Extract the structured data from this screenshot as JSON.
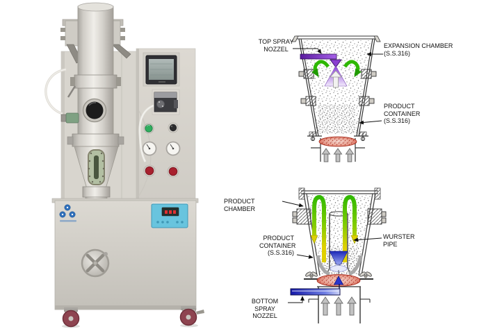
{
  "image": {
    "alt": "Fluid bed dryer granulator machine with top spray and bottom spray (Wurster) process diagrams"
  },
  "colors": {
    "spray-purple": "#7e2fc8",
    "flow-green": "#2eb800",
    "flow-yellow": "#e0d000",
    "spray-blue": "#2a34cc",
    "bed-red": "#cc4433",
    "air-gray": "#c2c2c2",
    "ink": "#1a1a1a",
    "machine-green": "#2fae5e",
    "machine-red": "#a8202e",
    "control-blue": "#68c4de",
    "logo-blue": "#2f6fba",
    "caster-maroon": "#8e4450"
  },
  "diagrams": {
    "top_spray": {
      "labels": {
        "nozzle": "TOP SPRAY\nNOZZEL",
        "expansion_chamber": "EXPANSION CHAMBER\n(S.S.316)",
        "product_container": "PRODUCT\nCONTAINER\n(S.S.316)"
      }
    },
    "bottom_spray": {
      "labels": {
        "product_chamber": "PRODUCT CHAMBER",
        "product_container": "PRODUCT\nCONTAINER\n(S.S.316)",
        "wurster_pipe": "WURSTER\nPIPE",
        "nozzle": "BOTTOM SPRAY\nNOZZEL"
      }
    }
  }
}
